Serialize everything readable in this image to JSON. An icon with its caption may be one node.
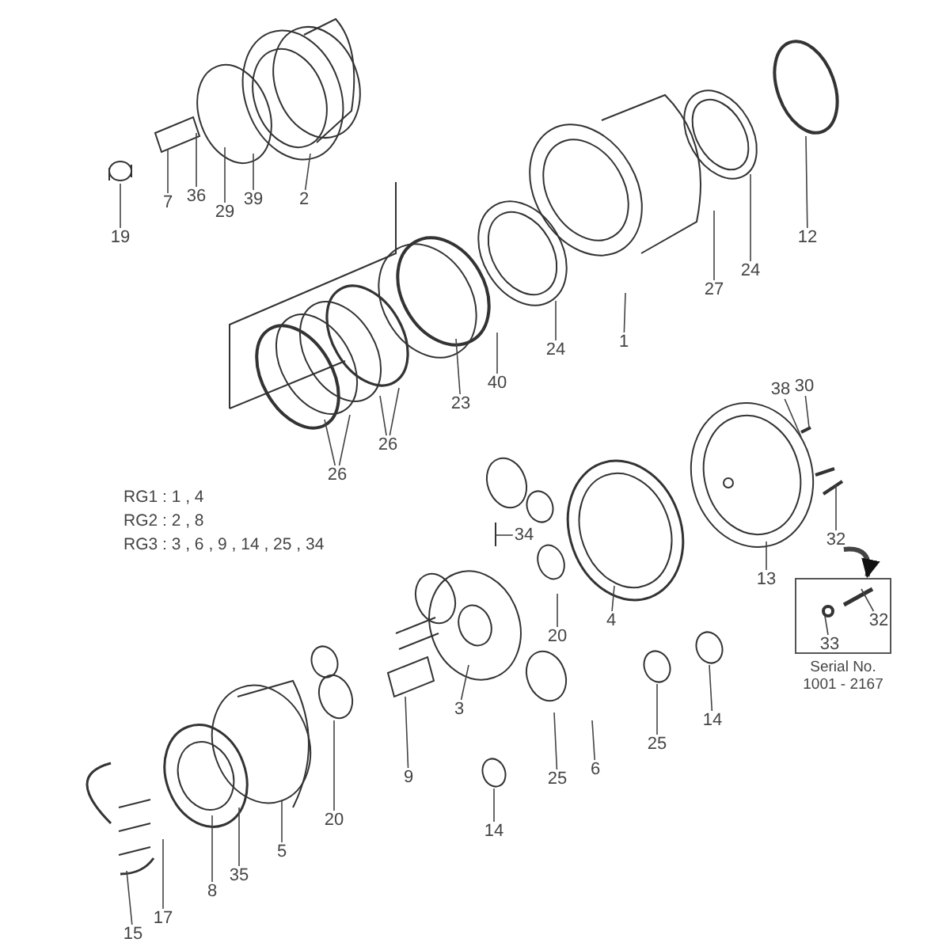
{
  "diagram": {
    "nodes": [
      {
        "text": [
          "2"
        ]
      },
      {
        "text": [
          "12"
        ]
      },
      {
        "text": [
          "7"
        ]
      },
      {
        "text": [
          "36"
        ]
      },
      {
        "text": [
          "39"
        ]
      },
      {
        "text": [
          "29"
        ]
      },
      {
        "text": [
          "19"
        ]
      },
      {
        "text": [
          "27"
        ]
      },
      {
        "text": [
          "24"
        ]
      },
      {
        "text": [
          "1"
        ]
      },
      {
        "text": [
          "24"
        ]
      },
      {
        "text": [
          "40"
        ]
      },
      {
        "text": [
          "23"
        ]
      },
      {
        "text": [
          "26"
        ]
      },
      {
        "text": [
          "26"
        ]
      },
      {
        "text": [
          "38"
        ]
      },
      {
        "text": [
          "30"
        ]
      },
      {
        "text": [
          "34"
        ]
      },
      {
        "text": [
          "32"
        ]
      },
      {
        "text": [
          "13"
        ]
      },
      {
        "text": [
          "Serial No. 1001 - 2167"
        ]
      },
      {
        "text": [
          "32"
        ],
        "in": 20
      },
      {
        "text": [
          "33"
        ],
        "in": 20
      },
      {
        "text": [
          "20"
        ]
      },
      {
        "text": [
          "4"
        ]
      },
      {
        "text": [
          "14"
        ]
      },
      {
        "text": [
          "25"
        ]
      },
      {
        "text": [
          "3"
        ]
      },
      {
        "text": [
          "6"
        ]
      },
      {
        "text": [
          "25"
        ]
      },
      {
        "text": [
          "14"
        ]
      },
      {
        "text": [
          "9"
        ]
      },
      {
        "text": [
          "20"
        ]
      },
      {
        "text": [
          "5"
        ]
      },
      {
        "text": [
          "35"
        ]
      },
      {
        "text": [
          "8"
        ]
      },
      {
        "text": [
          "17"
        ]
      },
      {
        "text": [
          "15"
        ]
      }
    ],
    "edges": [
      {
        "from": 0,
        "to": null,
        "arrow": "none"
      },
      {
        "from": 1,
        "to": null,
        "arrow": "none"
      },
      {
        "from": 2,
        "to": null,
        "arrow": "none"
      },
      {
        "from": 3,
        "to": null,
        "arrow": "none"
      },
      {
        "from": 4,
        "to": null,
        "arrow": "none"
      },
      {
        "from": 5,
        "to": null,
        "arrow": "none"
      },
      {
        "from": 6,
        "to": null,
        "arrow": "none"
      },
      {
        "from": 7,
        "to": null,
        "arrow": "none"
      },
      {
        "from": 8,
        "to": null,
        "arrow": "none"
      },
      {
        "from": 9,
        "to": null,
        "arrow": "none"
      },
      {
        "from": 10,
        "to": null,
        "arrow": "none"
      },
      {
        "from": 11,
        "to": null,
        "arrow": "none"
      },
      {
        "from": 12,
        "to": null,
        "arrow": "none"
      },
      {
        "from": 13,
        "to": null,
        "arrow": "none"
      },
      {
        "from": 13,
        "to": null,
        "arrow": "none"
      },
      {
        "from": 14,
        "to": null,
        "arrow": "none"
      },
      {
        "from": 14,
        "to": null,
        "arrow": "none"
      },
      {
        "from": 15,
        "to": null,
        "arrow": "none"
      },
      {
        "from": 16,
        "to": null,
        "arrow": "none"
      },
      {
        "from": 17,
        "to": null,
        "arrow": "none"
      },
      {
        "from": 18,
        "to": null,
        "arrow": "none"
      },
      {
        "from": 18,
        "to": 20,
        "arrow": "to",
        "style": "thick"
      },
      {
        "from": 19,
        "to": null,
        "arrow": "none"
      },
      {
        "from": 21,
        "to": null,
        "arrow": "none"
      },
      {
        "from": 22,
        "to": null,
        "arrow": "none"
      },
      {
        "from": 23,
        "to": null,
        "arrow": "none"
      },
      {
        "from": 24,
        "to": null,
        "arrow": "none"
      },
      {
        "from": 25,
        "to": null,
        "arrow": "none"
      },
      {
        "from": 26,
        "to": null,
        "arrow": "none"
      },
      {
        "from": 27,
        "to": null,
        "arrow": "none"
      },
      {
        "from": 28,
        "to": null,
        "arrow": "none"
      },
      {
        "from": 29,
        "to": null,
        "arrow": "none"
      },
      {
        "from": 30,
        "to": null,
        "arrow": "none"
      },
      {
        "from": 31,
        "to": null,
        "arrow": "none"
      },
      {
        "from": 32,
        "to": null,
        "arrow": "none"
      },
      {
        "from": 33,
        "to": null,
        "arrow": "none"
      },
      {
        "from": 34,
        "to": null,
        "arrow": "none"
      },
      {
        "from": 35,
        "to": null,
        "arrow": "none"
      },
      {
        "from": 36,
        "to": null,
        "arrow": "none"
      },
      {
        "from": 37,
        "to": null,
        "arrow": "none"
      }
    ],
    "labels": [
      "RG1 : 1 , 4",
      "RG2 : 2 , 8",
      "RG3 : 3 , 6 , 9 , 14 , 25 , 34"
    ]
  }
}
